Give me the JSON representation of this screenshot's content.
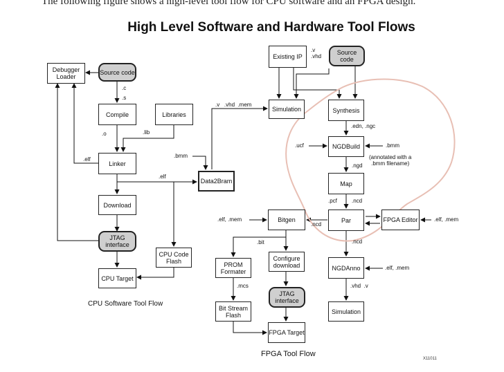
{
  "header_text": "The following figure shows a high-level tool flow for CPU software and an FPGA design.",
  "title": "High Level Software and Hardware Tool Flows",
  "boxes": {
    "debugger_loader": "Debugger Loader",
    "source_code_cpu": "Source code",
    "compile": "Compile",
    "libraries": "Libraries",
    "linker": "Linker",
    "download": "Download",
    "jtag_cpu": "JTAG interface",
    "cpu_target": "CPU Target",
    "cpu_code_flash": "CPU Code Flash",
    "data2bram": "Data2Bram",
    "existing_ip": "Existing IP",
    "source_code_fpga": "Source code",
    "simulation_top": "Simulation",
    "synthesis": "Synthesis",
    "ngdbuild": "NGDBuild",
    "map": "Map",
    "par": "Par",
    "fpga_editor": "FPGA Editor",
    "bitgen": "Bitgen",
    "prom_formater": "PROM Formater",
    "configure_download": "Configure download",
    "bit_stream_flash": "Bit Stream Flash",
    "jtag_fpga": "JTAG interface",
    "fpga_target": "FPGA Target",
    "ngdanno": "NGDAnno",
    "simulation_bottom": "Simulation"
  },
  "labels": {
    "c": ".c",
    "s": ".s",
    "o": ".o",
    "lib": ".lib",
    "elf_left": ".elf",
    "elf_mid": ".elf",
    "bmm": ".bmm",
    "v_vhd_mem": ".v   .vhd  .mem",
    "v_vhd_top": ".v\n.vhd",
    "edn_ngc": ".edn, .ngc",
    "ucf": ".ucf",
    "bmm_right": ".bmm",
    "annotated": "(annotated with a\n.bmm filename)",
    "ngd": ".ngd",
    "pcf": ".pcf",
    "ncd_map": ".ncd",
    "elf_mem_left": ".elf, .mem",
    "ncd_bitgen": ".ncd",
    "elf_mem_right": ".elf, .mem",
    "ncd_anno": ".ncd",
    "bit": ".bit",
    "mcs": ".mcs",
    "elf_mem_anno": ".elf, .mem",
    "vhd_v": ".vhd  .v"
  },
  "captions": {
    "cpu_flow": "CPU Software Tool Flow",
    "fpga_flow": "FPGA Tool Flow",
    "figure_code": "X11011"
  },
  "colors": {
    "pill_fill": "#cfcfcf",
    "annotation_ring": "#e8bfb4"
  }
}
